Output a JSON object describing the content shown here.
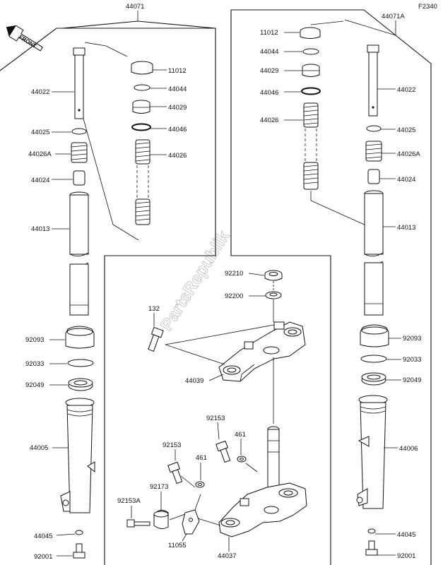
{
  "figure_code": "F2340",
  "front_label": "FRONT",
  "watermark": "PartsRepublik",
  "colors": {
    "ink": "#111111",
    "watermark": "#bdbdbd",
    "background": "#ffffff"
  },
  "left_fork": {
    "assembly": "44071",
    "tube": "44022",
    "cap": "11012",
    "oring_small": "44044",
    "spring_seat": "44029",
    "oring_large": "44046",
    "main_spring": "44026",
    "piston_ring": "44025",
    "rebound_spring": "44026A",
    "collar": "44024",
    "inner_tube": "44013",
    "dust_seal": "92093",
    "retaining_ring": "92033",
    "oil_seal": "92049",
    "outer_tube": "44005",
    "gasket": "44045",
    "bolt": "92001"
  },
  "right_fork": {
    "assembly": "44071A",
    "cap": "11012",
    "oring_small": "44044",
    "spring_seat": "44029",
    "oring_large": "44046",
    "main_spring": "44026",
    "tube": "44022",
    "piston_ring": "44025",
    "rebound_spring": "44026A",
    "collar": "44024",
    "inner_tube": "44013",
    "dust_seal": "92093",
    "retaining_ring": "92033",
    "oil_seal": "92049",
    "outer_tube": "44006",
    "gasket": "44045",
    "bolt": "92001"
  },
  "center": {
    "nut": "92210",
    "washer": "92200",
    "stud": "132",
    "upper_bracket": "44039",
    "bolt_a": "92153",
    "washer_a": "461",
    "bolt_b": "92153",
    "washer_b": "461",
    "clamp": "92173",
    "bolt_c": "92153A",
    "stem_bracket": "44037",
    "guide": "11055"
  }
}
